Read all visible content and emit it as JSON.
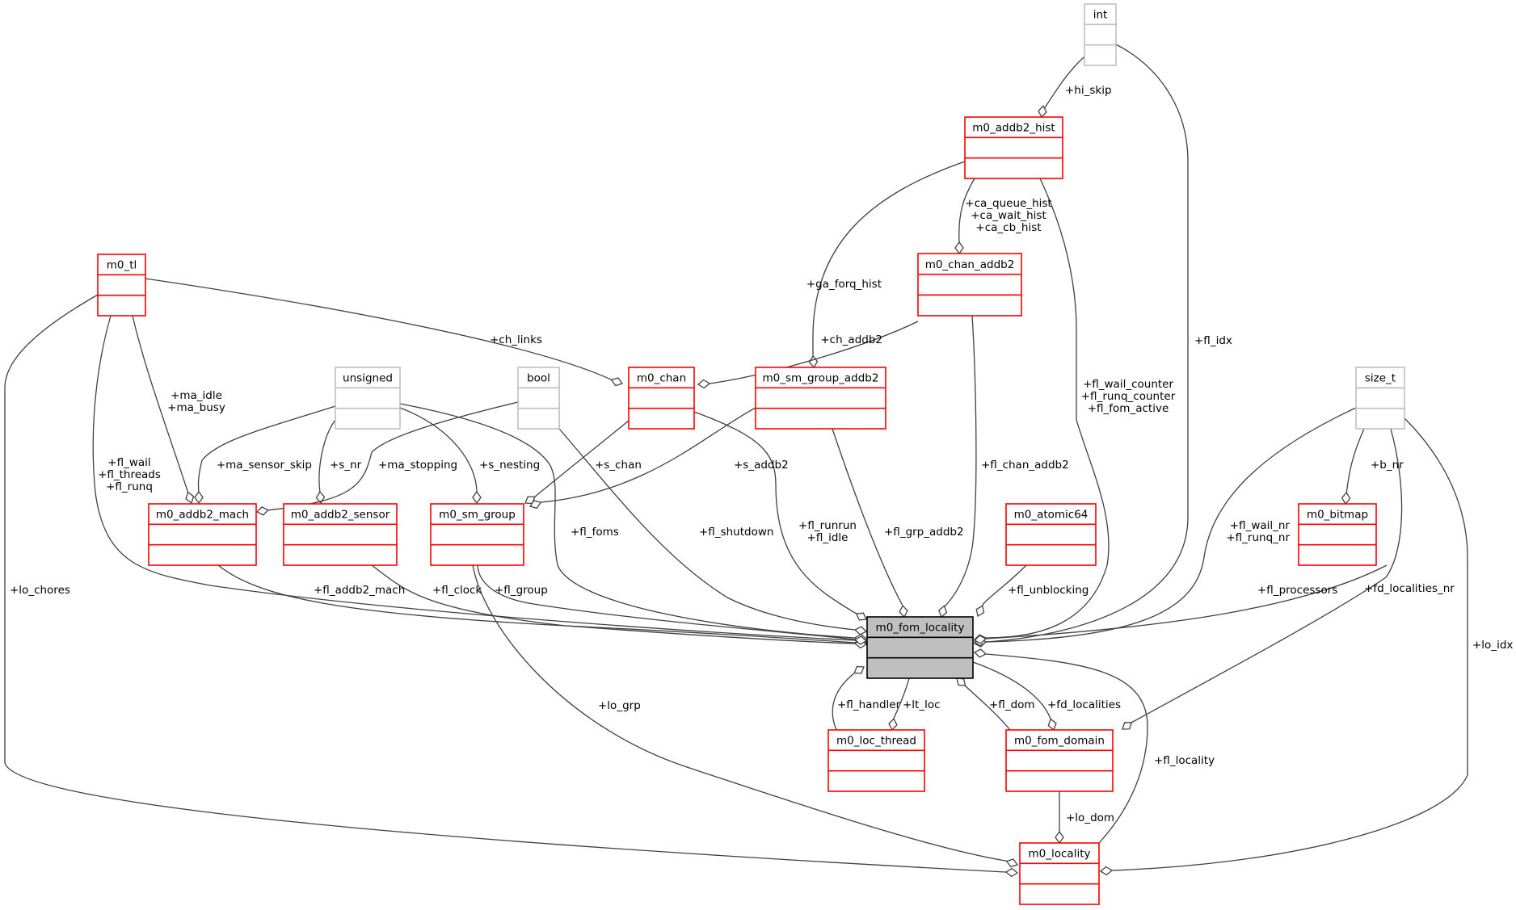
{
  "diagram": {
    "type": "collaboration-graph",
    "focus_node": "m0_fom_locality",
    "colors": {
      "user_type_border": "#ff0000",
      "builtin_type_border": "#bfbfbf",
      "focus_fill": "#bfbfbf",
      "focus_border": "#000000",
      "edge": "#404040"
    },
    "nodes": [
      {
        "id": "int",
        "label": "int",
        "kind": "builtin"
      },
      {
        "id": "m0_addb2_hist",
        "label": "m0_addb2_hist",
        "kind": "user"
      },
      {
        "id": "m0_chan_addb2",
        "label": "m0_chan_addb2",
        "kind": "user"
      },
      {
        "id": "m0_tl",
        "label": "m0_tl",
        "kind": "user"
      },
      {
        "id": "unsigned",
        "label": "unsigned",
        "kind": "builtin"
      },
      {
        "id": "bool",
        "label": "bool",
        "kind": "builtin"
      },
      {
        "id": "m0_chan",
        "label": "m0_chan",
        "kind": "user"
      },
      {
        "id": "m0_sm_group_addb2",
        "label": "m0_sm_group_addb2",
        "kind": "user"
      },
      {
        "id": "size_t",
        "label": "size_t",
        "kind": "builtin"
      },
      {
        "id": "m0_addb2_mach",
        "label": "m0_addb2_mach",
        "kind": "user"
      },
      {
        "id": "m0_addb2_sensor",
        "label": "m0_addb2_sensor",
        "kind": "user"
      },
      {
        "id": "m0_sm_group",
        "label": "m0_sm_group",
        "kind": "user"
      },
      {
        "id": "m0_atomic64",
        "label": "m0_atomic64",
        "kind": "user"
      },
      {
        "id": "m0_bitmap",
        "label": "m0_bitmap",
        "kind": "user"
      },
      {
        "id": "m0_fom_locality",
        "label": "m0_fom_locality",
        "kind": "focus"
      },
      {
        "id": "m0_loc_thread",
        "label": "m0_loc_thread",
        "kind": "user"
      },
      {
        "id": "m0_fom_domain",
        "label": "m0_fom_domain",
        "kind": "user"
      },
      {
        "id": "m0_locality",
        "label": "m0_locality",
        "kind": "user"
      }
    ],
    "edges": [
      {
        "from": "int",
        "to": "m0_addb2_hist",
        "label": [
          "+hi_skip"
        ]
      },
      {
        "from": "int",
        "to": "m0_fom_locality",
        "label": [
          "+fl_idx"
        ]
      },
      {
        "from": "m0_addb2_hist",
        "to": "m0_chan_addb2",
        "label": [
          "+ca_queue_hist",
          "+ca_wait_hist",
          "+ca_cb_hist"
        ]
      },
      {
        "from": "m0_addb2_hist",
        "to": "m0_sm_group_addb2",
        "label": [
          "+ga_forq_hist"
        ]
      },
      {
        "from": "m0_addb2_hist",
        "to": "m0_fom_locality",
        "label": [
          "+fl_wail_counter",
          "+fl_runq_counter",
          "+fl_fom_active"
        ]
      },
      {
        "from": "m0_chan_addb2",
        "to": "m0_chan",
        "label": [
          "+ch_addb2"
        ]
      },
      {
        "from": "m0_chan_addb2",
        "to": "m0_fom_locality",
        "label": [
          "+fl_chan_addb2"
        ]
      },
      {
        "from": "m0_tl",
        "to": "m0_chan",
        "label": [
          "+ch_links"
        ]
      },
      {
        "from": "m0_tl",
        "to": "m0_addb2_mach",
        "label": [
          "+ma_idle",
          "+ma_busy"
        ]
      },
      {
        "from": "m0_tl",
        "to": "m0_fom_locality",
        "label": [
          "+fl_wail",
          "+fl_threads",
          "+fl_runq"
        ]
      },
      {
        "from": "m0_tl",
        "to": "m0_locality",
        "label": [
          "+lo_chores"
        ]
      },
      {
        "from": "unsigned",
        "to": "m0_addb2_mach",
        "label": [
          "+ma_sensor_skip"
        ]
      },
      {
        "from": "unsigned",
        "to": "m0_addb2_sensor",
        "label": [
          "+s_nr"
        ]
      },
      {
        "from": "unsigned",
        "to": "m0_sm_group",
        "label": [
          "+s_nesting"
        ]
      },
      {
        "from": "unsigned",
        "to": "m0_fom_locality",
        "label": [
          "+fl_foms"
        ]
      },
      {
        "from": "bool",
        "to": "m0_addb2_mach",
        "label": [
          "+ma_stopping"
        ]
      },
      {
        "from": "bool",
        "to": "m0_fom_locality",
        "label": [
          "+fl_shutdown"
        ]
      },
      {
        "from": "m0_chan",
        "to": "m0_sm_group",
        "label": [
          "+s_chan"
        ]
      },
      {
        "from": "m0_chan",
        "to": "m0_fom_locality",
        "label": [
          "+fl_runrun",
          "+fl_idle"
        ]
      },
      {
        "from": "m0_sm_group_addb2",
        "to": "m0_sm_group",
        "label": [
          "+s_addb2"
        ]
      },
      {
        "from": "m0_sm_group_addb2",
        "to": "m0_fom_locality",
        "label": [
          "+fl_grp_addb2"
        ]
      },
      {
        "from": "size_t",
        "to": "m0_fom_locality",
        "label": [
          "+fl_wail_nr",
          "+fl_runq_nr"
        ]
      },
      {
        "from": "size_t",
        "to": "m0_bitmap",
        "label": [
          "+b_nr"
        ]
      },
      {
        "from": "size_t",
        "to": "m0_fom_domain",
        "label": [
          "+fd_localities_nr"
        ]
      },
      {
        "from": "size_t",
        "to": "m0_locality",
        "label": [
          "+lo_idx"
        ]
      },
      {
        "from": "m0_addb2_mach",
        "to": "m0_fom_locality",
        "label": [
          "+fl_addb2_mach"
        ]
      },
      {
        "from": "m0_addb2_sensor",
        "to": "m0_fom_locality",
        "label": [
          "+fl_clock"
        ]
      },
      {
        "from": "m0_sm_group",
        "to": "m0_fom_locality",
        "label": [
          "+fl_group"
        ]
      },
      {
        "from": "m0_sm_group",
        "to": "m0_locality",
        "label": [
          "+lo_grp"
        ]
      },
      {
        "from": "m0_atomic64",
        "to": "m0_fom_locality",
        "label": [
          "+fl_unblocking"
        ]
      },
      {
        "from": "m0_bitmap",
        "to": "m0_fom_locality",
        "label": [
          "+fl_processors"
        ]
      },
      {
        "from": "m0_loc_thread",
        "to": "m0_fom_locality",
        "label": [
          "+fl_handler"
        ]
      },
      {
        "from": "m0_fom_locality",
        "to": "m0_loc_thread",
        "label": [
          "+lt_loc"
        ]
      },
      {
        "from": "m0_fom_domain",
        "to": "m0_fom_locality",
        "label": [
          "+fl_dom"
        ]
      },
      {
        "from": "m0_fom_locality",
        "to": "m0_fom_domain",
        "label": [
          "+fd_localities"
        ]
      },
      {
        "from": "m0_fom_domain",
        "to": "m0_locality",
        "label": [
          "+lo_dom"
        ]
      },
      {
        "from": "m0_locality",
        "to": "m0_fom_locality",
        "label": [
          "+fl_locality"
        ]
      }
    ]
  }
}
